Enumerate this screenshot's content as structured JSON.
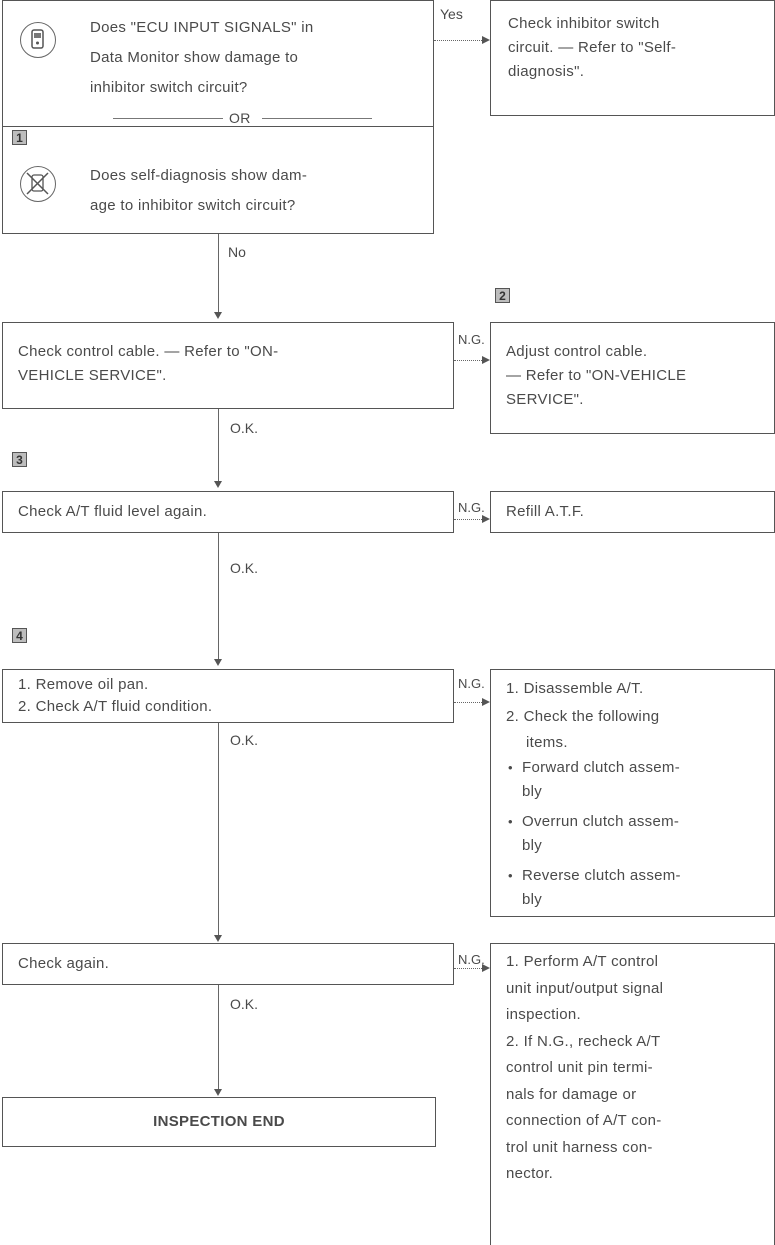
{
  "q1": {
    "line1": "Does \"ECU INPUT SIGNALS\" in",
    "line2": "Data Monitor show damage to",
    "line3": "inhibitor switch circuit?",
    "or": "OR",
    "step": "1",
    "line4": "Does self-diagnosis show dam-",
    "line5": "age to inhibitor switch circuit?"
  },
  "yes_label": "Yes",
  "yes_result": "Check inhibitor switch\ncircuit. — Refer to \"Self-\ndiagnosis\".",
  "no_label": "No",
  "step2": "2",
  "check_cable": "Check control cable. — Refer to \"ON-\nVEHICLE SERVICE\".",
  "adjust_cable": "Adjust control cable.\n— Refer to \"ON-VEHICLE\nSERVICE\".",
  "ng": "N.G.",
  "ok": "O.K.",
  "step3": "3",
  "check_fluid": "Check A/T fluid level again.",
  "refill": "Refill A.T.F.",
  "step4": "4",
  "remove_pan": "1. Remove oil pan.\n2. Check A/T fluid condition.",
  "disassemble": {
    "l1": "1. Disassemble A/T.",
    "l2": "2. Check the following",
    "l3": "items.",
    "b1": "Forward clutch assem-\nbly",
    "b2": "Overrun clutch assem-\nbly",
    "b3": "Reverse clutch assem-\nbly"
  },
  "check_again": "Check again.",
  "perform": "1. Perform A/T control\n    unit input/output signal\n    inspection.\n2. If N.G., recheck A/T\n    control unit pin termi-\n    nals for damage or\n    connection of A/T con-\n    trol unit harness con-\n    nector.",
  "end": "INSPECTION END",
  "icons": [
    "consult-device-icon",
    "no-tools-icon"
  ]
}
